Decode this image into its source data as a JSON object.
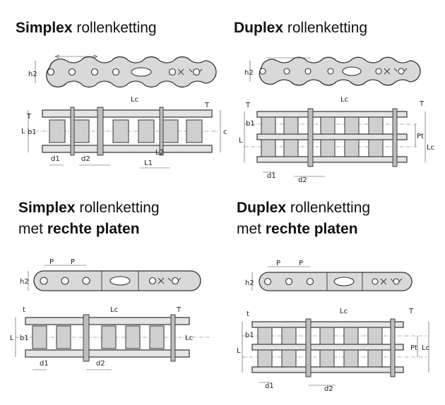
{
  "panels": [
    {
      "id": "simplex",
      "title_bold": "Simplex",
      "title_rest": " rollenketting",
      "title_line2_pre": "",
      "title_line2_bold": ""
    },
    {
      "id": "duplex",
      "title_bold": "Duplex",
      "title_rest": " rollenketting",
      "title_line2_pre": "",
      "title_line2_bold": ""
    },
    {
      "id": "simplex-straight",
      "title_bold": "Simplex",
      "title_rest": " rollenketting",
      "title_line2_pre": "met ",
      "title_line2_bold": "rechte platen"
    },
    {
      "id": "duplex-straight",
      "title_bold": "Duplex",
      "title_rest": " rollenketting",
      "title_line2_pre": "met ",
      "title_line2_bold": "rechte platen"
    }
  ],
  "dims": {
    "h2": "h2",
    "T": "T",
    "t": "t",
    "Lc": "Lc",
    "L": "L",
    "b1": "b1",
    "c": "c",
    "d1": "d1",
    "d2": "d2",
    "L1": "L1",
    "L2": "L2",
    "Pt": "Pt",
    "P": "P"
  },
  "colors": {
    "plate": "#d9d9d9",
    "line": "#333333",
    "background": "#ffffff"
  }
}
